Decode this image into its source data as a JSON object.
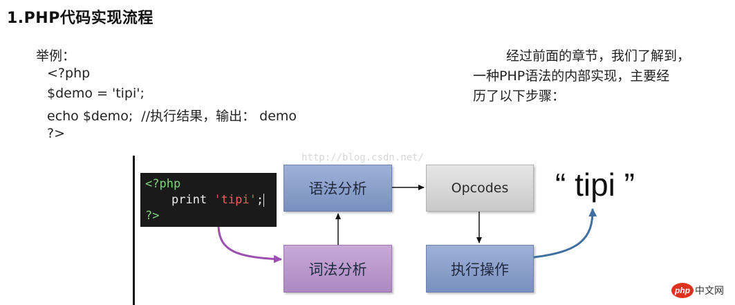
{
  "heading": "1.PHP代码实现流程",
  "example": {
    "label": "举例：",
    "code_lines": [
      "<?php",
      "$demo = 'tipi';",
      "echo $demo;  //执行结果，输出： demo",
      "?>"
    ]
  },
  "paragraph": {
    "lines": [
      "经过前面的章节，我们了解到，",
      "一种PHP语法的内部实现，主要经",
      "历了以下步骤："
    ]
  },
  "watermark": "http://blog.csdn.net/",
  "diagram": {
    "code_box": {
      "line1": "<?php",
      "line2_func": "print",
      "line2_str": "'tipi'",
      "line2_end": ";",
      "line3": "?>"
    },
    "nodes": {
      "syntax_analysis": "语法分析",
      "opcodes": "Opcodes",
      "lexical_analysis": "词法分析",
      "execute": "执行操作"
    },
    "output": "“ tipi ”",
    "colors": {
      "blue_box": "#8a9dc9",
      "purple_box": "#b895cc",
      "gray_box": "#d6d6d6",
      "purple_arrow": "#9b4fb0",
      "blue_arrow": "#3f6fa0"
    }
  },
  "logo": {
    "text": "php中文网"
  }
}
